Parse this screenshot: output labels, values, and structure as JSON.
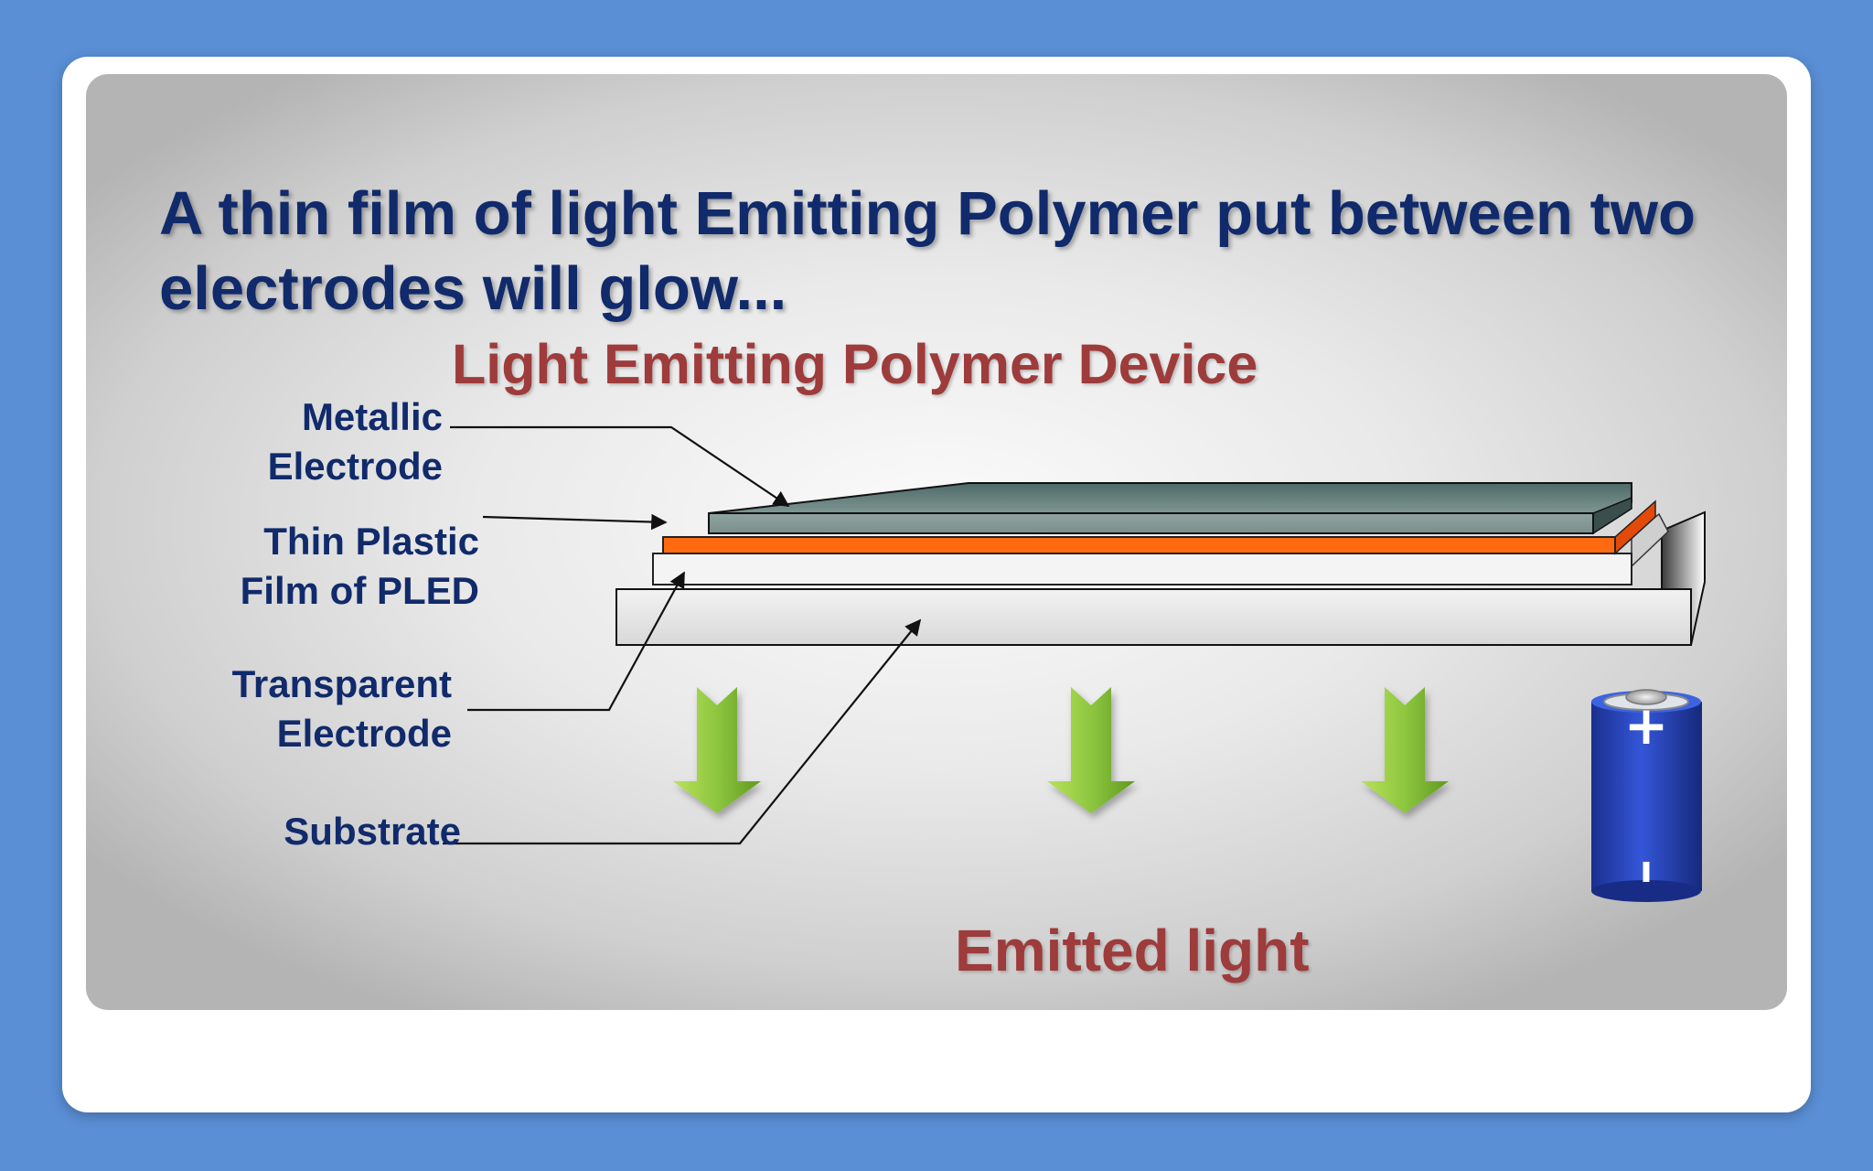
{
  "slide": {
    "headline": "A thin film of light Emitting Polymer  put between two electrodes will glow...",
    "diagram_title": "Light Emitting Polymer Device",
    "labels": {
      "metallic_electrode": [
        "Metallic",
        "Electrode"
      ],
      "thin_plastic_film": [
        "Thin Plastic",
        "Film of PLED"
      ],
      "transparent_electrode": [
        "Transparent",
        "Electrode"
      ],
      "substrate": [
        "Substrate"
      ]
    },
    "emitted_light": "Emitted light",
    "battery": {
      "positive": "+",
      "negative": "ı"
    }
  },
  "colors": {
    "background": "#5a8fd6",
    "headline_text": "#102a6b",
    "title_text": "#9e3b3b",
    "metallic_layer": "#7f9692",
    "plastic_film_layer": "#ff6a10",
    "transparent_layer": "#f4f4f4",
    "substrate_layer": "#e6e6e6",
    "arrow_green": "#8dc63f",
    "battery_blue": "#1f3fb0"
  }
}
